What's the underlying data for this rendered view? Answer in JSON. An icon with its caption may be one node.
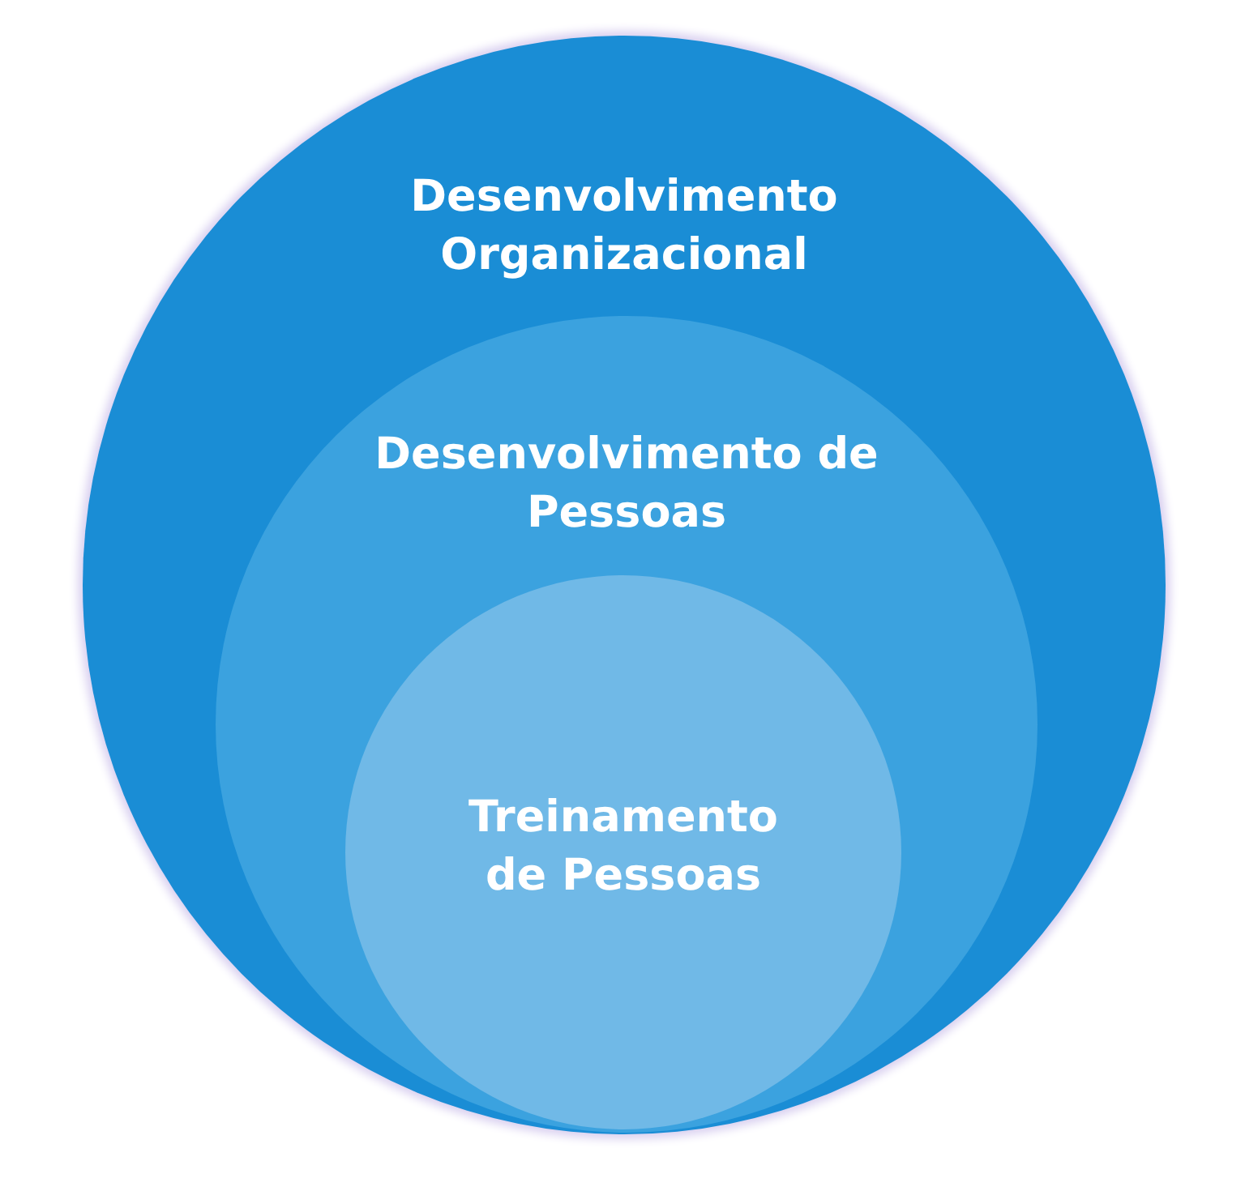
{
  "diagram": {
    "nodes": [
      {
        "text": [
          "Desenvolvimento Organizacional"
        ]
      },
      {
        "text": [
          "Desenvolvimento de Pessoas"
        ],
        "in": 0
      },
      {
        "text": [
          "Treinamento de Pessoas"
        ],
        "in": 1
      }
    ]
  }
}
